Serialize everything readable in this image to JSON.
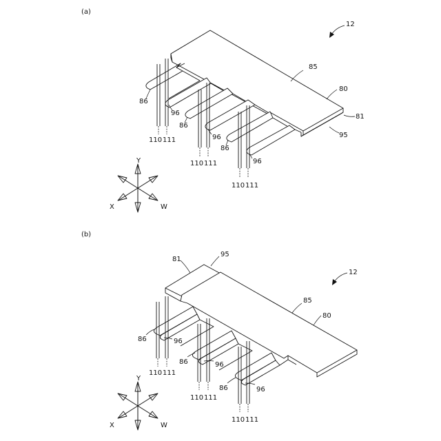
{
  "figure_a": {
    "panel_label": "(a)",
    "assembly_ref": "12",
    "labels": {
      "l85": "85",
      "l80": "80",
      "l81": "81",
      "l95": "95",
      "l86a": "86",
      "l96a": "96",
      "l86b": "86",
      "l96b": "96",
      "l86c": "86",
      "l96c": "96",
      "l110a": "110",
      "l111a": "111",
      "l110b": "110",
      "l111b": "111",
      "l110c": "110",
      "l111c": "111"
    },
    "axes": {
      "y": "Y",
      "x": "X",
      "w": "W"
    }
  },
  "figure_b": {
    "panel_label": "(b)",
    "assembly_ref": "12",
    "labels": {
      "l81": "81",
      "l95": "95",
      "l85": "85",
      "l80": "80",
      "l86a": "86",
      "l96a": "96",
      "l86b": "86",
      "l96b": "96",
      "l86c": "86",
      "l96c": "96",
      "l110a": "110",
      "l111a": "111",
      "l110b": "110",
      "l111b": "111",
      "l110c": "110",
      "l111c": "111"
    },
    "axes": {
      "y": "Y",
      "x": "X",
      "w": "W"
    }
  }
}
